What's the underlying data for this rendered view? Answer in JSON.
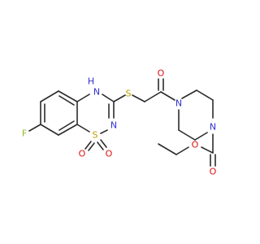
{
  "molecule": {
    "atoms": {
      "N_ring": "N",
      "H_ring": "H",
      "N_imine": "N",
      "S_thio": "S",
      "S_sulfonyl": "S",
      "O_sulfonyl_left": "O",
      "O_sulfonyl_right": "O",
      "F": "F",
      "O_amide": "O",
      "N_pip_left": "N",
      "N_pip_right": "N",
      "O_carbamate_dbl": "O",
      "O_ester": "O"
    },
    "colors": {
      "bond": "#2b2b2b",
      "nitrogen": "#3030d0",
      "sulfur": "#b8a000",
      "oxygen": "#e01010",
      "fluorine": "#8fbf20",
      "hydrogen": "#3030d0"
    }
  }
}
